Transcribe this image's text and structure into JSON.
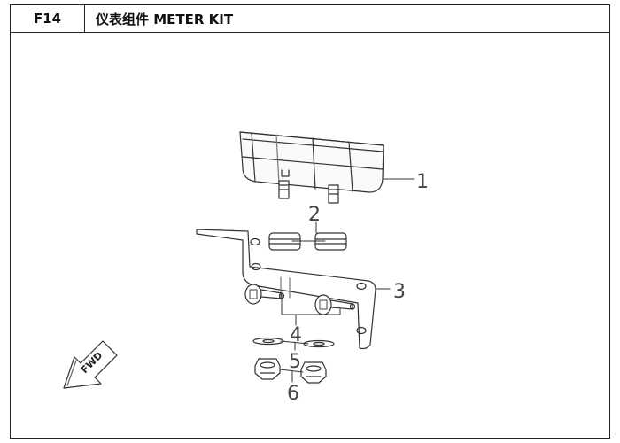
{
  "header": {
    "code": "F14",
    "title": "仪表组件 METER KIT"
  },
  "callouts": [
    "1",
    "2",
    "3",
    "4",
    "5",
    "6"
  ],
  "direction_label": "FWD"
}
